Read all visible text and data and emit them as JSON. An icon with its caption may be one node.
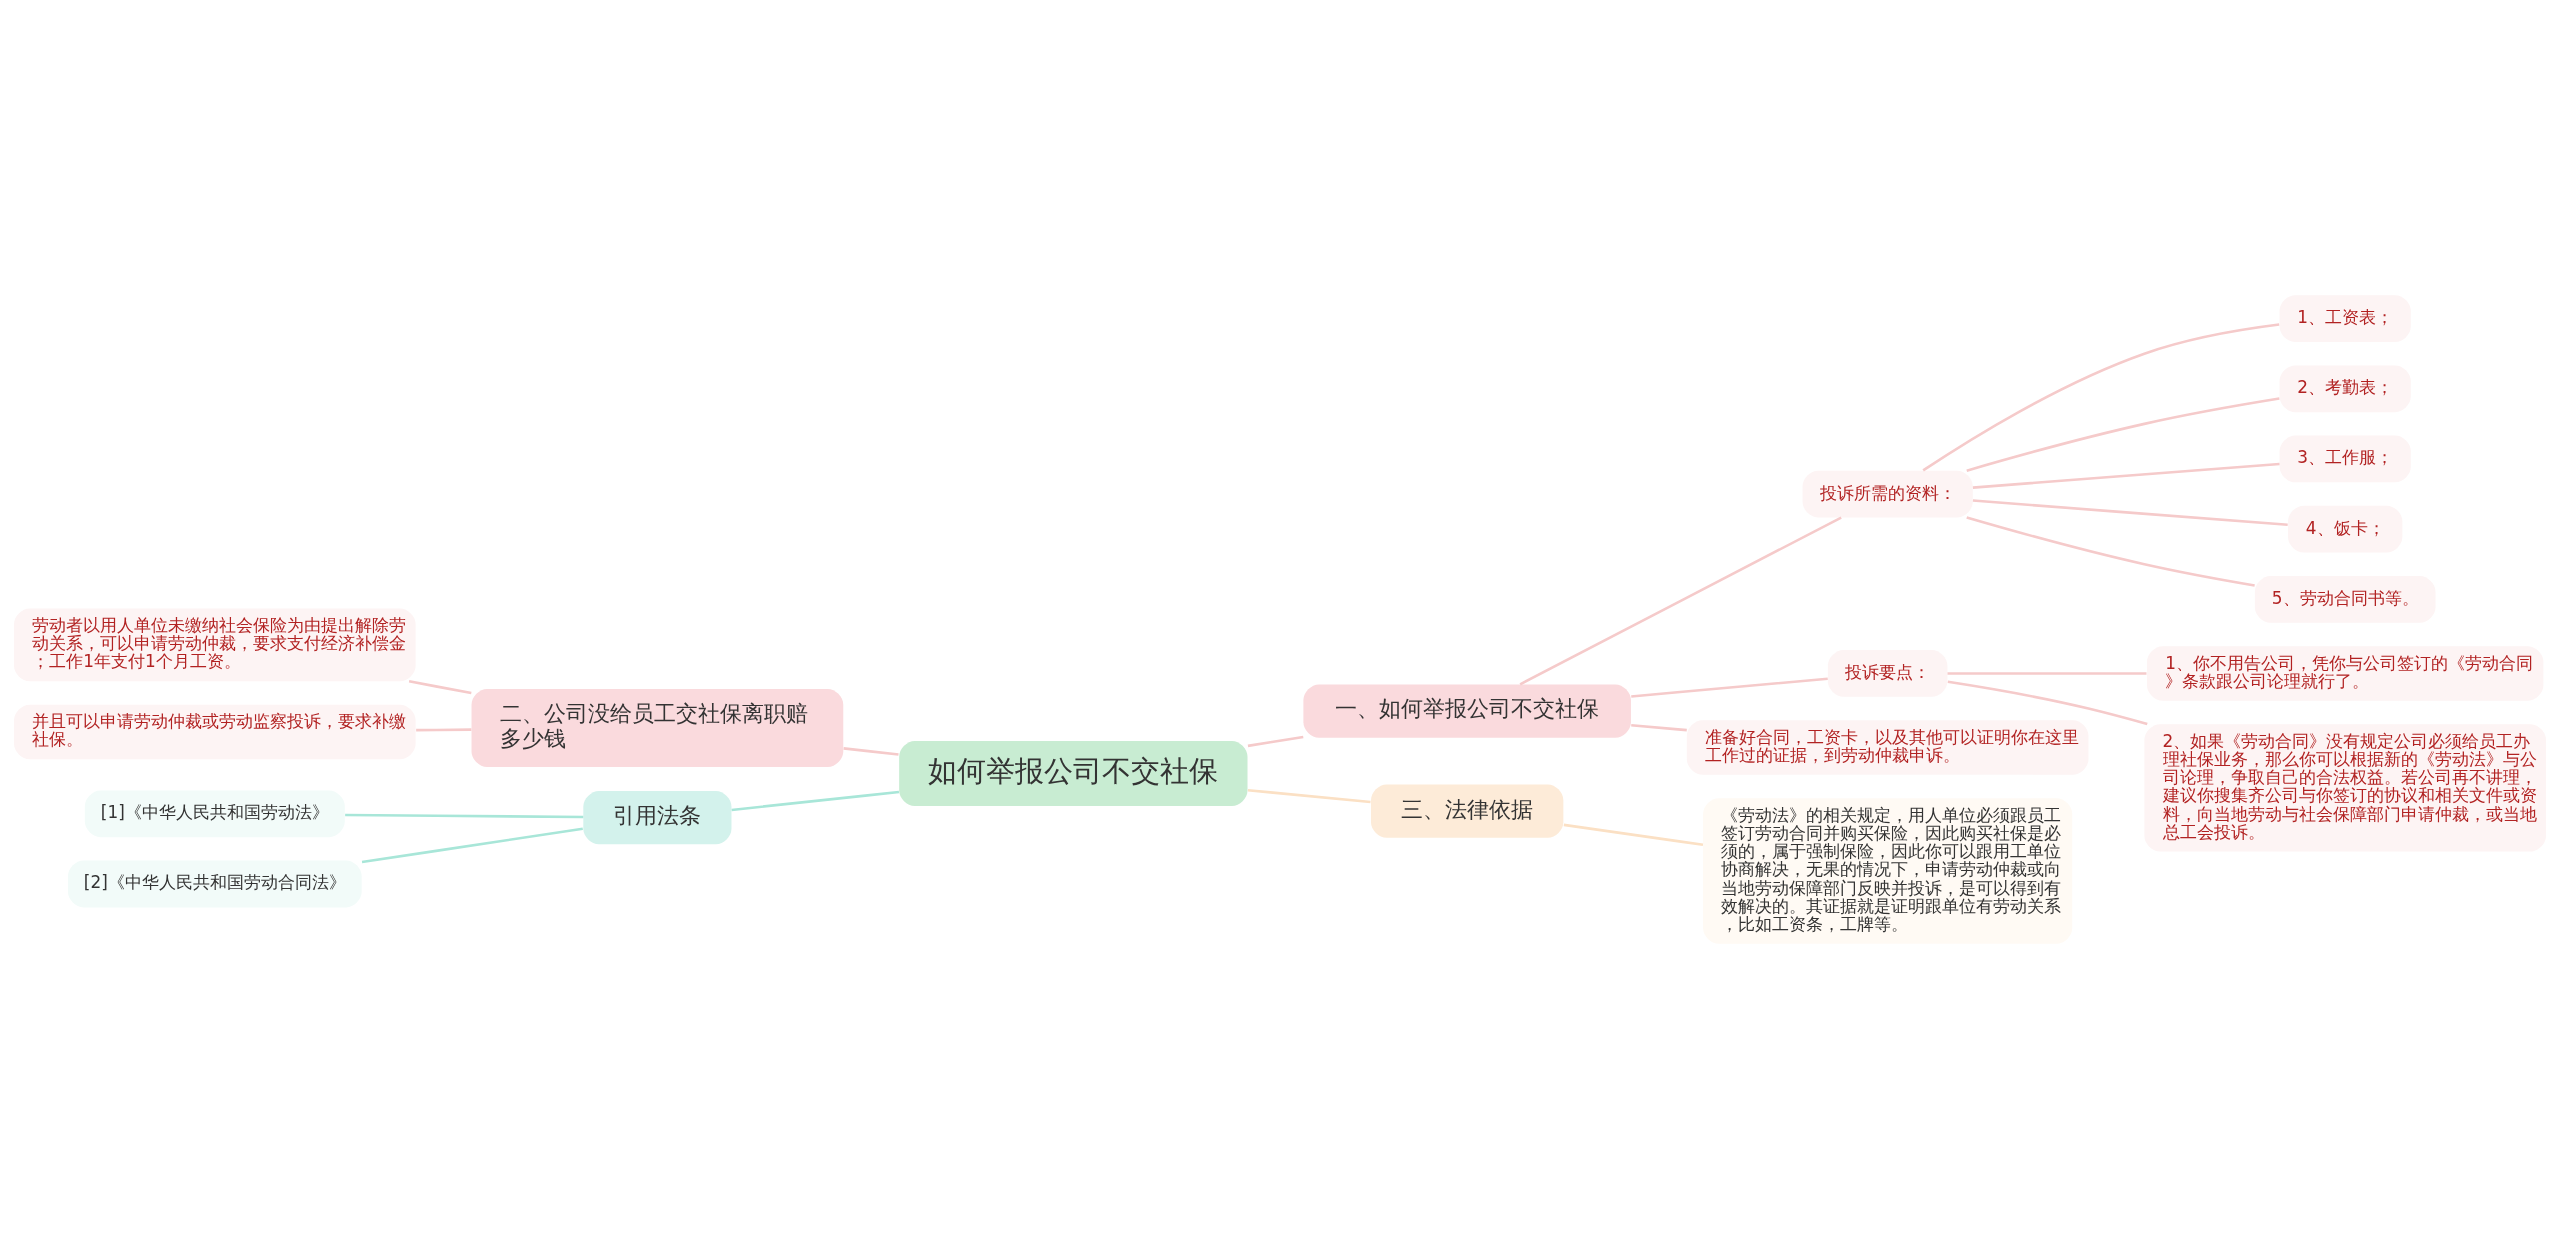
{
  "diagram": {
    "nodes": [
      {
        "text": [
          "如何举报公司不交社保"
        ]
      },
      {
        "text": [
          "一、如何举报公司不交社保"
        ]
      },
      {
        "text": [
          "投诉所需的资料："
        ]
      },
      {
        "text": [
          "1、工资表；"
        ]
      },
      {
        "text": [
          "2、考勤表；"
        ]
      },
      {
        "text": [
          "3、工作服；"
        ]
      },
      {
        "text": [
          "4、饭卡；"
        ]
      },
      {
        "text": [
          "5、劳动合同书等。"
        ]
      },
      {
        "text": [
          "投诉要点："
        ]
      },
      {
        "text": [
          "1、你不用告公司，凭你与公司签订的《劳动合同》条款跟公司论理就行了。"
        ]
      },
      {
        "text": [
          "2、如果《劳动合同》没有规定公司必须给员工办理社保业务，那么你可以根据新的《劳动法》与公司论理，争取自己的合法权益。若公司再不讲理，建议你搜集齐公司与你签订的协议和相关文件或资料，向当地劳动与社会保障部门申请仲裁，或当地总工会投诉。"
        ]
      },
      {
        "text": [
          "准备好合同，工资卡，以及其他可以证明你在这里工作过的证据，到劳动仲裁申诉。"
        ]
      },
      {
        "text": [
          "二、公司没给员工交社保离职赔多少钱"
        ]
      },
      {
        "text": [
          "劳动者以用人单位未缴纳社会保险为由提出解除劳动关系，可以申请劳动仲裁，要求支付经济补偿金；工作1年支付1个月工资。"
        ]
      },
      {
        "text": [
          "并且可以申请劳动仲裁或劳动监察投诉，要求补缴社保。"
        ]
      },
      {
        "text": [
          "引用法条"
        ]
      },
      {
        "text": [
          "[1]《中华人民共和国劳动法》"
        ]
      },
      {
        "text": [
          "[2]《中华人民共和国劳动合同法》"
        ]
      },
      {
        "text": [
          "三、法律依据"
        ]
      },
      {
        "text": [
          "《劳动法》的相关规定，用人单位必须跟员工签订劳动合同并购买保险，因此购买社保是必须的，属于强制保险，因此你可以跟用工单位协商解决，无果的情况下，申请劳动仲裁或向当地劳动保障部门反映并投诉，是可以得到有效解决的。其证据就是证明跟单位有劳动关系，比如工资条，工牌等。"
        ]
      }
    ],
    "edges": [
      {
        "from": 0,
        "to": 1,
        "arrow": "none"
      },
      {
        "from": 1,
        "to": 2,
        "arrow": "none"
      },
      {
        "from": 2,
        "to": 3,
        "arrow": "none"
      },
      {
        "from": 2,
        "to": 4,
        "arrow": "none"
      },
      {
        "from": 2,
        "to": 5,
        "arrow": "none"
      },
      {
        "from": 2,
        "to": 6,
        "arrow": "none"
      },
      {
        "from": 2,
        "to": 7,
        "arrow": "none"
      },
      {
        "from": 1,
        "to": 8,
        "arrow": "none"
      },
      {
        "from": 8,
        "to": 9,
        "arrow": "none"
      },
      {
        "from": 8,
        "to": 10,
        "arrow": "none"
      },
      {
        "from": 1,
        "to": 11,
        "arrow": "none"
      },
      {
        "from": 0,
        "to": 12,
        "arrow": "none"
      },
      {
        "from": 12,
        "to": 13,
        "arrow": "none"
      },
      {
        "from": 12,
        "to": 14,
        "arrow": "none"
      },
      {
        "from": 0,
        "to": 15,
        "arrow": "none",
        "color": "#a8e6d8"
      },
      {
        "from": 15,
        "to": 16,
        "arrow": "none",
        "color": "#a8e6d8"
      },
      {
        "from": 15,
        "to": 17,
        "arrow": "none",
        "color": "#a8e6d8"
      },
      {
        "from": 0,
        "to": 18,
        "arrow": "none",
        "color": "#fbe0c4"
      },
      {
        "from": 18,
        "to": 19,
        "arrow": "none",
        "color": "#fbe0c4"
      }
    ]
  }
}
